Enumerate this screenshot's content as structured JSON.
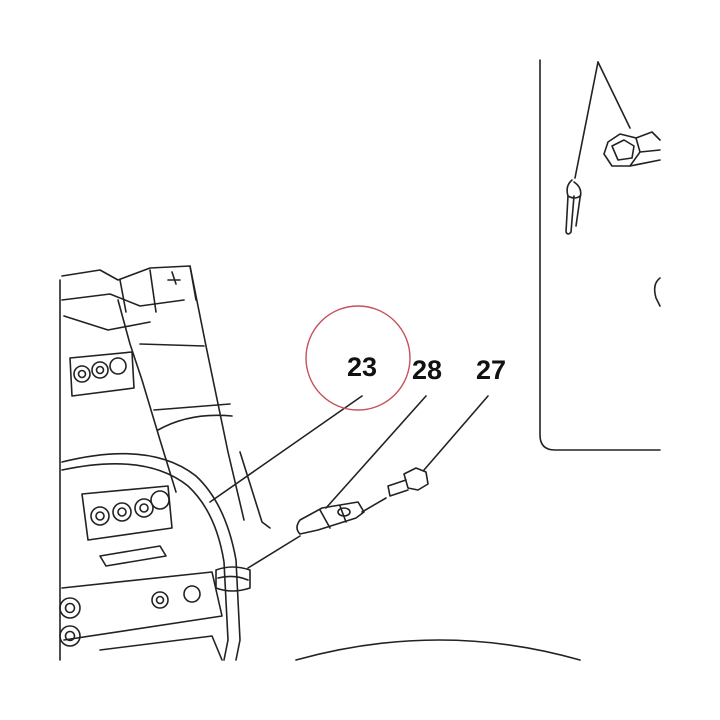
{
  "callouts": {
    "part_23": "23",
    "part_28": "28",
    "part_27": "27"
  },
  "colors": {
    "line": "#222222",
    "highlight_circle": "#c8505a",
    "background": "#ffffff"
  }
}
